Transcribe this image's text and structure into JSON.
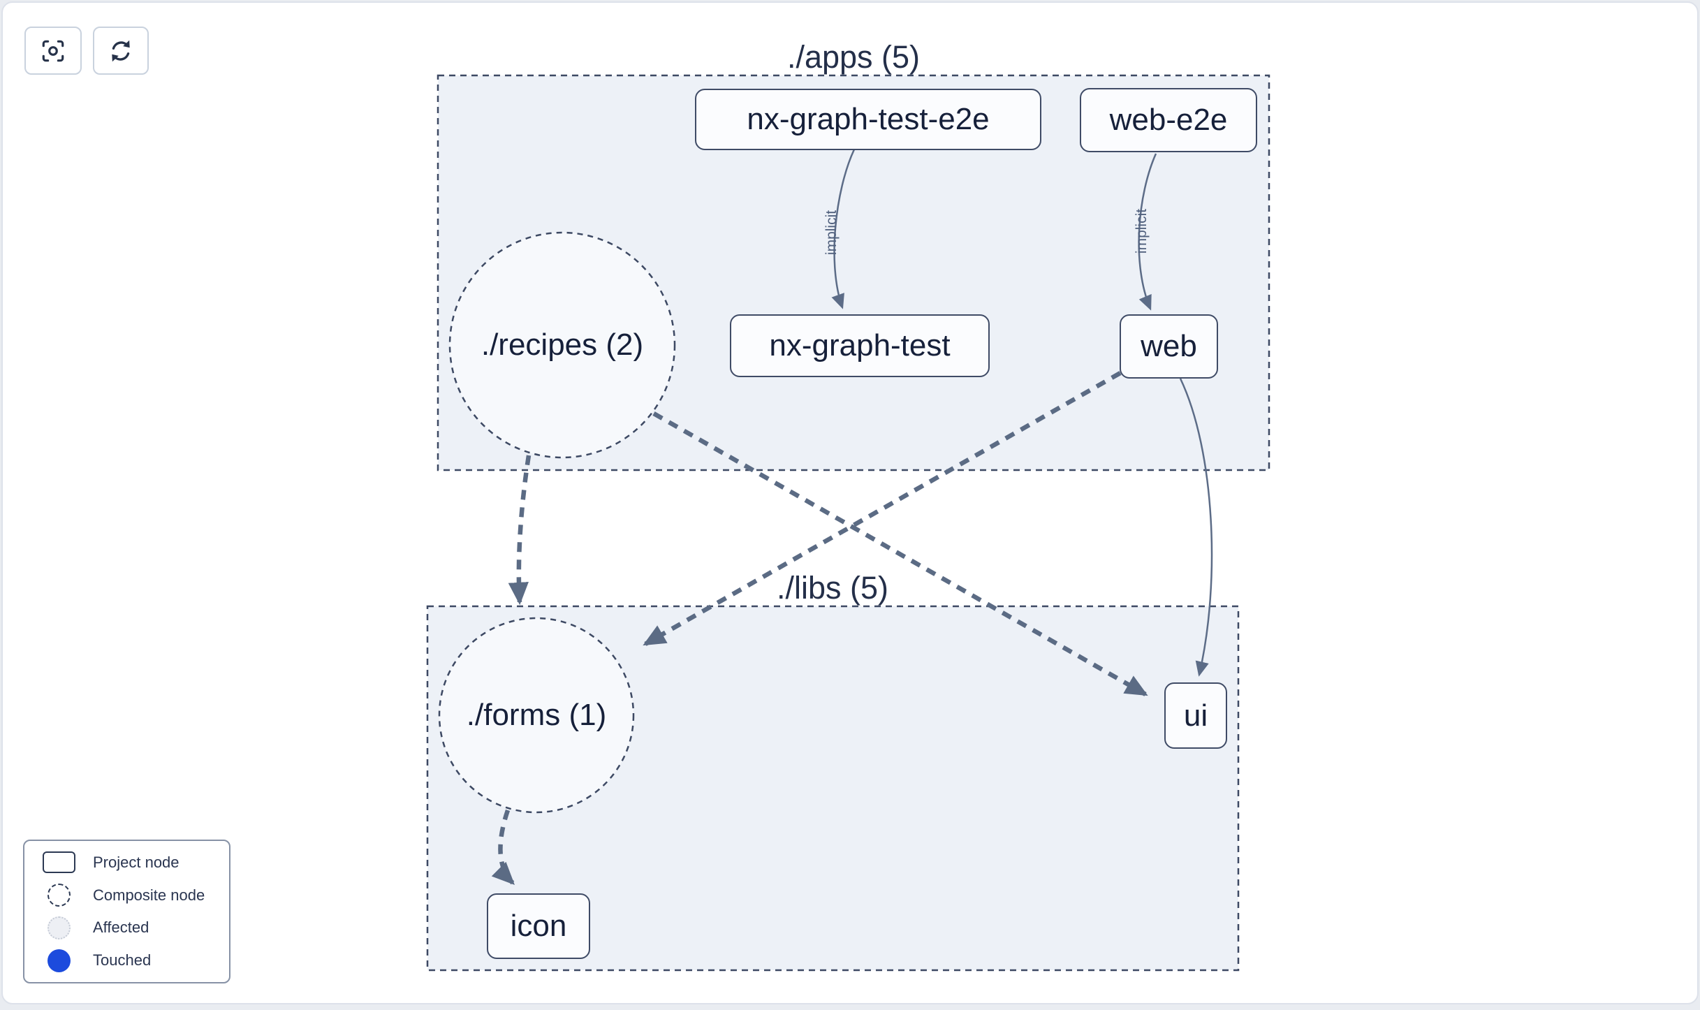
{
  "toolbar": {
    "buttons": [
      {
        "name": "focus",
        "icon": "focus-icon"
      },
      {
        "name": "refresh",
        "icon": "refresh-icon"
      }
    ]
  },
  "clusters": {
    "apps": {
      "label": "./apps (5)"
    },
    "libs": {
      "label": "./libs (5)"
    }
  },
  "nodes": {
    "nx_graph_test_e2e": {
      "label": "nx-graph-test-e2e",
      "type": "project"
    },
    "web_e2e": {
      "label": "web-e2e",
      "type": "project"
    },
    "recipes": {
      "label": "./recipes (2)",
      "type": "composite"
    },
    "nx_graph_test": {
      "label": "nx-graph-test",
      "type": "project"
    },
    "web": {
      "label": "web",
      "type": "project"
    },
    "forms": {
      "label": "./forms (1)",
      "type": "composite"
    },
    "ui": {
      "label": "ui",
      "type": "project"
    },
    "icon": {
      "label": "icon",
      "type": "project"
    }
  },
  "edges": {
    "implicit_label": "implicit",
    "list": [
      {
        "from": "nx-graph-test-e2e",
        "to": "nx-graph-test",
        "style": "solid",
        "label": "implicit"
      },
      {
        "from": "web-e2e",
        "to": "web",
        "style": "solid",
        "label": "implicit"
      },
      {
        "from": "./recipes (2)",
        "to": "./forms (1)",
        "style": "thick-dashed"
      },
      {
        "from": "./recipes (2)",
        "to": "ui",
        "style": "thick-dashed"
      },
      {
        "from": "web",
        "to": "./forms (1)",
        "style": "thick-dashed"
      },
      {
        "from": "web",
        "to": "ui",
        "style": "solid"
      },
      {
        "from": "./forms (1)",
        "to": "icon",
        "style": "thick-dashed"
      }
    ]
  },
  "legend": {
    "items": [
      {
        "label": "Project node",
        "swatch": "project-rect"
      },
      {
        "label": "Composite node",
        "swatch": "composite-dashed-circle"
      },
      {
        "label": "Affected",
        "swatch": "affected-circle"
      },
      {
        "label": "Touched",
        "swatch": "touched-circle"
      }
    ]
  },
  "colors": {
    "cluster_fill": "#edf1f7",
    "cluster_border": "#3d4963",
    "node_border": "#3f4b66",
    "edge": "#5b6b84",
    "text": "#16203a",
    "touched_blue": "#1c4bdd",
    "canvas_border": "#dde1ea"
  }
}
